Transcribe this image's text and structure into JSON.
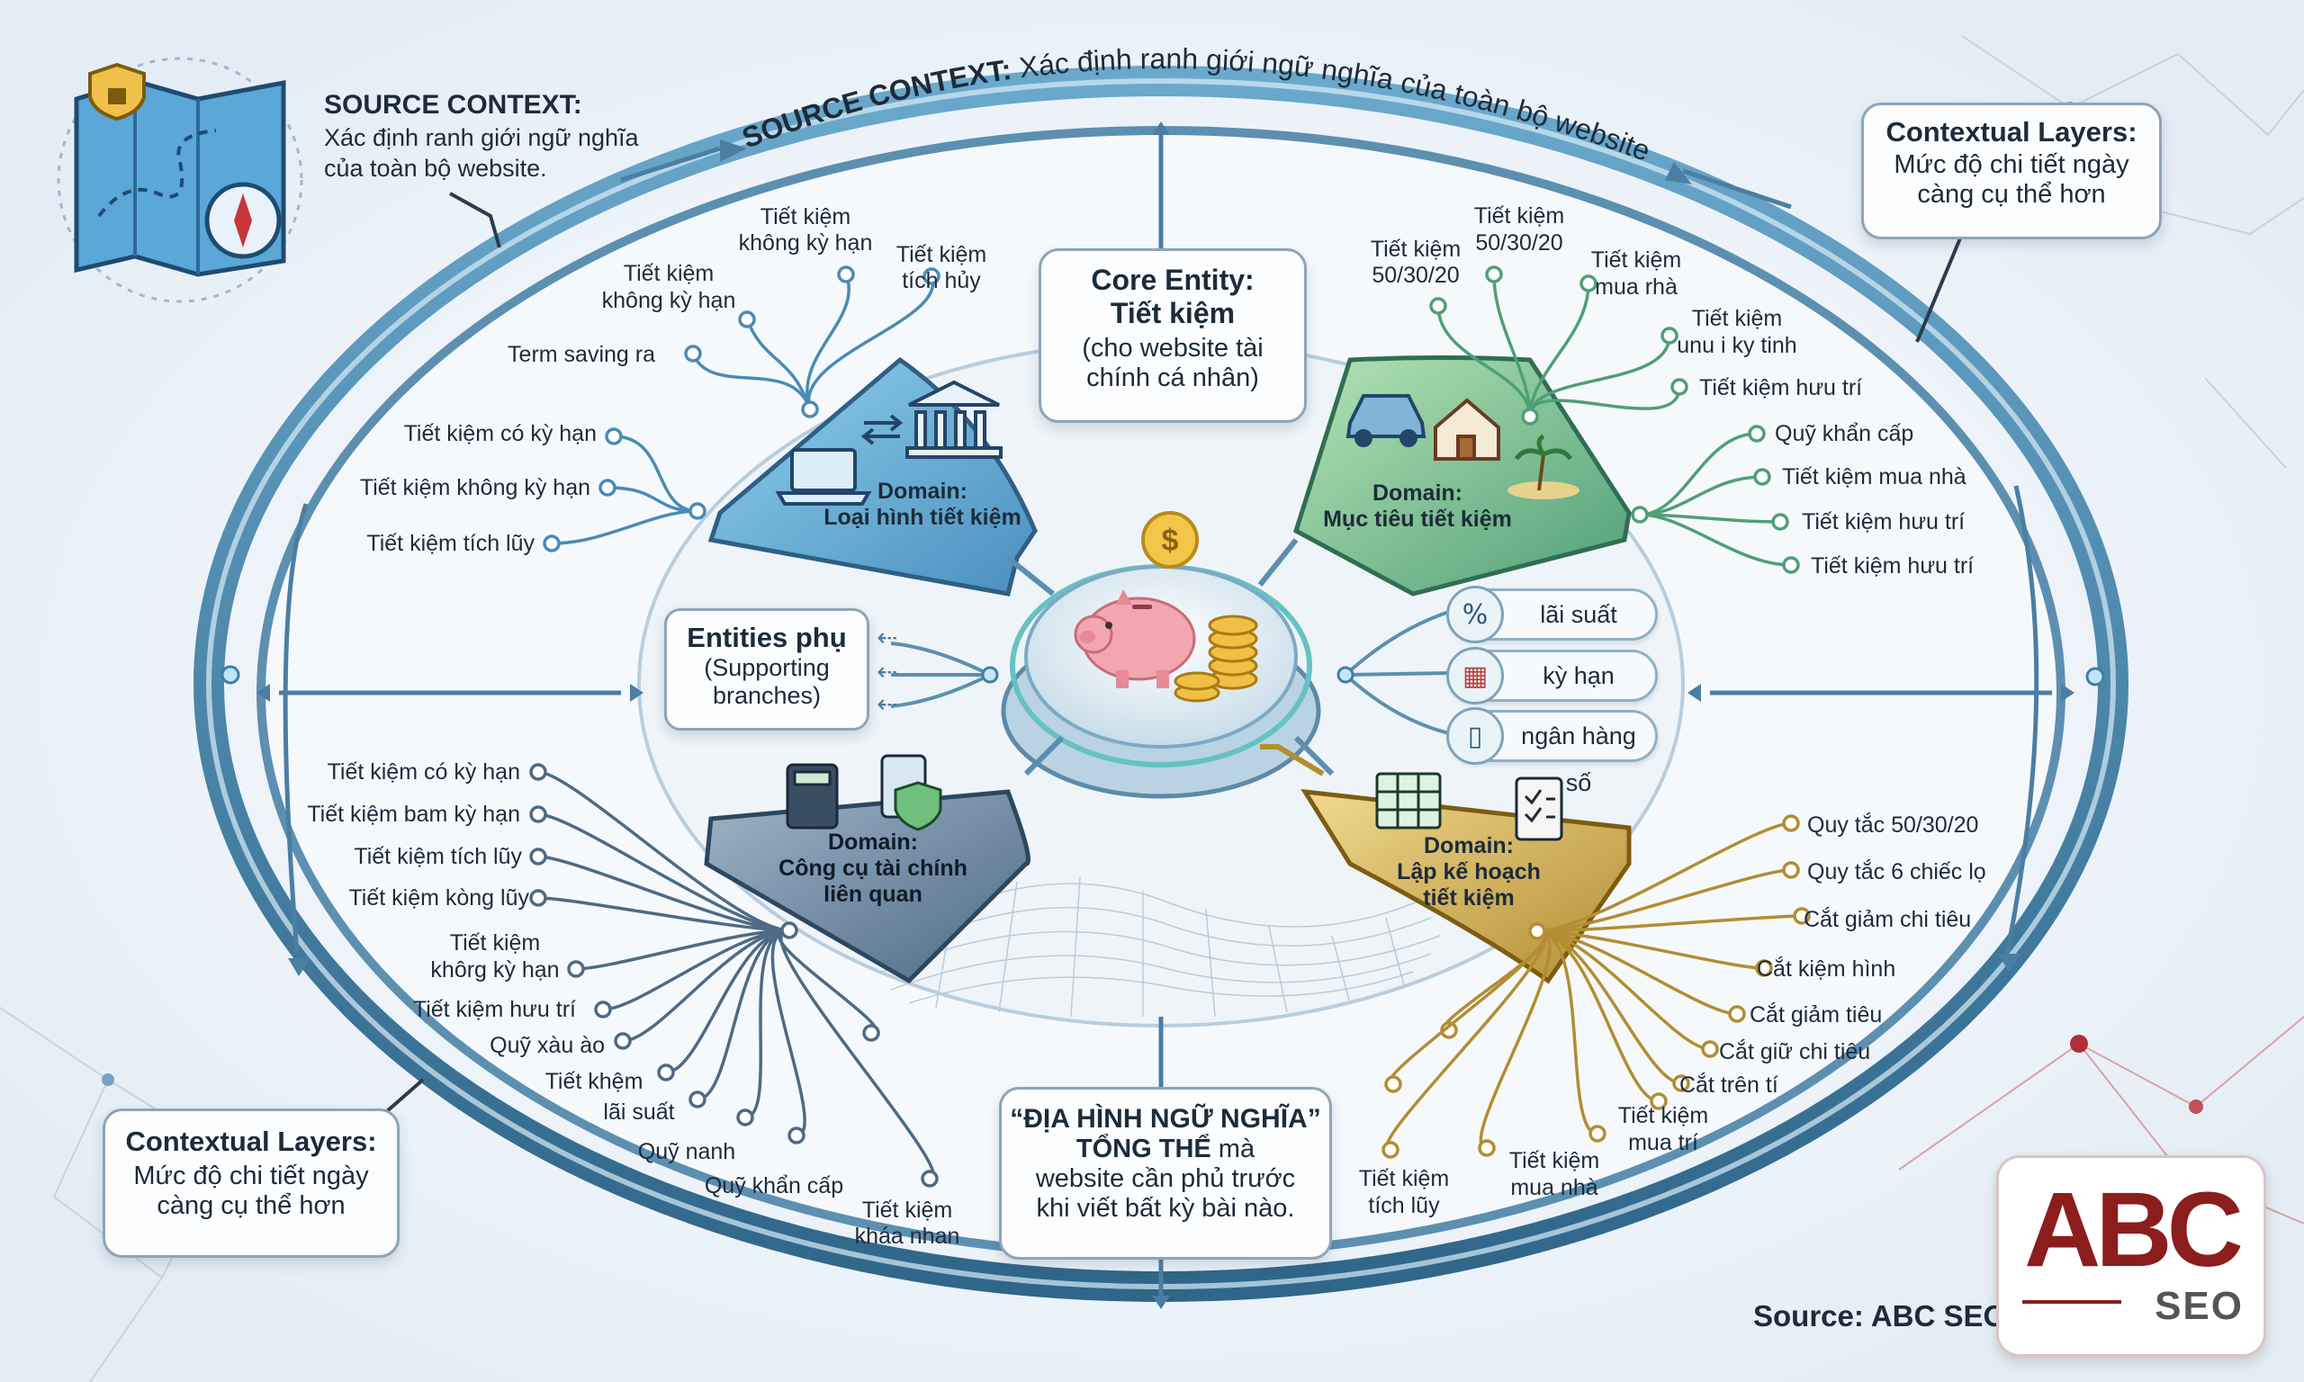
{
  "source_context": {
    "title": "SOURCE CONTEXT:",
    "desc_line1": "Xác định ranh giới ngữ nghĩa",
    "desc_line2": "của toàn bộ website.",
    "ring_label_bold": "SOURCE CONTEXT:",
    "ring_label_rest": " Xác định ranh giới ngữ nghĩa của toàn bộ website."
  },
  "contextual_layers_top": {
    "title": "Contextual Layers:",
    "line1": "Mức độ chi tiết ngày",
    "line2": "càng cụ thể hơn"
  },
  "contextual_layers_bottom": {
    "title": "Contextual Layers:",
    "line1": "Mức độ chi tiết ngày",
    "line2": "càng cụ thể hơn"
  },
  "core_entity": {
    "line1": "Core Entity:",
    "line2": "Tiết kiệm",
    "line3": "(cho website tài",
    "line4": "chính cá nhân)"
  },
  "entities_phu": {
    "title": "Entities phụ",
    "line2": "(Supporting",
    "line3": "branches)"
  },
  "bottom_note": {
    "line1": "“ĐỊA HÌNH NGỮ NGHĨA”",
    "line2_bold": "TỔNG THỂ",
    "line2_rest": " mà",
    "line3": "website cần phủ trước",
    "line4": "khi viết bất kỳ bài nào."
  },
  "domains": {
    "loai_hinh": {
      "label1": "Domain:",
      "label2": "Loại hình tiết kiệm",
      "color": "#5fa7cf"
    },
    "muc_tieu": {
      "label1": "Domain:",
      "label2": "Mục tiêu tiết kiệm",
      "color": "#6fb98a"
    },
    "cong_cu": {
      "label1": "Domain:",
      "label2": "Công cụ tài chính",
      "label3": "liên quan",
      "color": "#5d7d9a"
    },
    "lap_ke_hoach": {
      "label1": "Domain:",
      "label2": "Lập kế hoạch",
      "label3": "tiết kiệm",
      "color": "#c9a84c"
    }
  },
  "supporting_pills": [
    {
      "icon": "percent-icon",
      "label": "lãi suất"
    },
    {
      "icon": "calendar-icon",
      "label": "kỳ hạn"
    },
    {
      "icon": "phone-icon",
      "label": "ngân hàng số"
    }
  ],
  "branch_labels": {
    "loai_hinh": [
      "Tiết kiệm",
      "không kỳ hạn",
      "Tiết kiệm",
      "tích hủy",
      "Tiết kiệm",
      "không kỳ hạn",
      "Term saving ra",
      "Tiết kiệm có kỳ hạn",
      "Tiết kiệm không kỳ hạn",
      "Tiết kiệm tích lũy"
    ],
    "muc_tieu": [
      "Tiết kiệm",
      "50/30/20",
      "Tiết kiệm",
      "50/30/20",
      "Tiết kiệm",
      "mua rhà",
      "Tiết kiệm",
      "unu i ky tinh",
      "Tiết kiệm hưu trí",
      "Quỹ khẩn cấp",
      "Tiết kiệm mua nhà",
      "Tiết kiệm hưu trí",
      "Tiết kiệm hưu trí"
    ],
    "cong_cu": [
      "Tiết kiệm có kỳ hạn",
      "Tiết kiệm bam kỳ hạn",
      "Tiết kiệm tích lũy",
      "Tiết kiệm kòng lũy",
      "Tiết kiệm",
      "khôrg kỳ hạn",
      "Tiết kiệm hưu trí",
      "Quỹ xàu ào",
      "Tiết khệm",
      "lãi suất",
      "Quỹ nanh",
      "Quỹ khẩn cấp",
      "Tiết kiệm",
      "kháa nhan"
    ],
    "lap_ke_hoach": [
      "Quy tắc 50/30/20",
      "Quy tắc 6 chiếc lọ",
      "Cắt giảm chi tiêu",
      "Cắt kiệm hình",
      "Cắt giảm tiêu",
      "Cắt giữ chi tiêu",
      "Cắt trên tí",
      "Tiết kiệm",
      "mua trí",
      "Tiết kiệm",
      "mua nhà",
      "Tiết kiệm",
      "tích lũy"
    ]
  },
  "footer": {
    "source_label": "Source:",
    "source_value": "ABC SEO"
  },
  "logo": {
    "line1": "ABC",
    "line2": "SEO"
  },
  "colors": {
    "ring": "#3f7fa6",
    "blue": "#5fa7cf",
    "green": "#6fb98a",
    "slate": "#5d7d9a",
    "gold": "#c9a84c",
    "logo_red": "#8c1d1d"
  }
}
